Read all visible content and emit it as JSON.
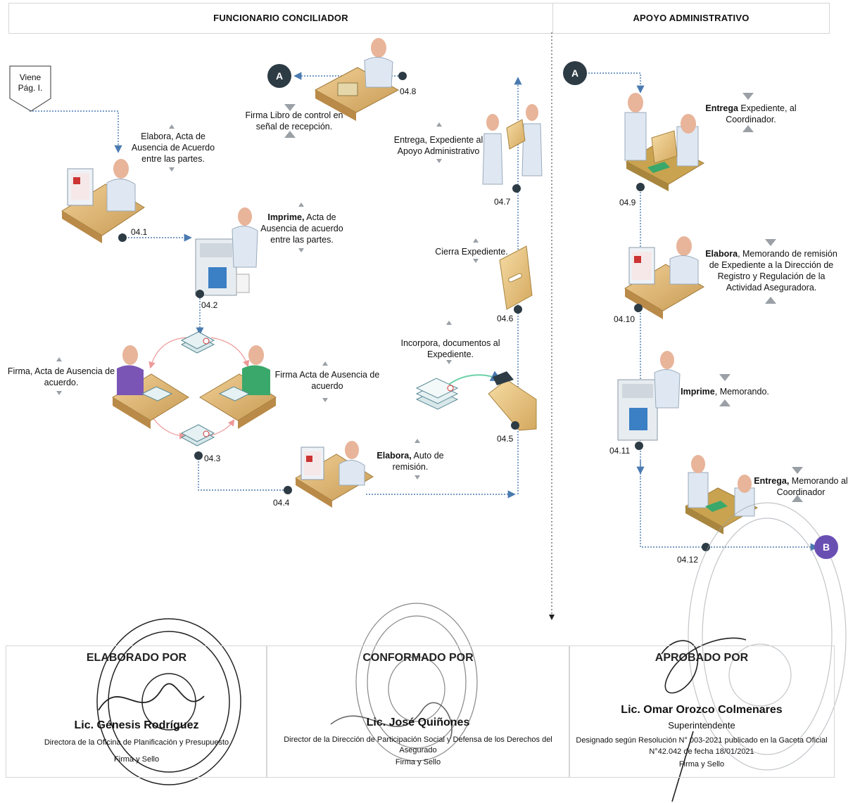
{
  "lanes": {
    "left": "FUNCIONARIO CONCILIADOR",
    "right": "APOYO ADMINISTRATIVO"
  },
  "start": {
    "text_line1": "Viene",
    "text_line2": "Pág. I."
  },
  "connectors": {
    "a_left": "A",
    "a_right": "A",
    "b_right": "B"
  },
  "steps": {
    "s041": {
      "num": "04.1",
      "label_line1": "Elabora, Acta de",
      "label_line2": "Ausencia de Acuerdo",
      "label_line3": "entre las partes."
    },
    "s042": {
      "num": "04.2",
      "label_bold": "Imprime,",
      "label_rest": " Acta de",
      "label_line2": "Ausencia de acuerdo",
      "label_line3": "entre las partes."
    },
    "s043a": {
      "label_line1": "Firma, Acta de Ausencia de",
      "label_line2": "acuerdo."
    },
    "s043b": {
      "label_line1": "Firma Acta de Ausencia de",
      "label_line2": "acuerdo"
    },
    "s043": {
      "num": "04.3"
    },
    "s044": {
      "num": "04.4",
      "label_bold": "Elabora,",
      "label_rest": " Auto de",
      "label_line2": "remisión."
    },
    "s045": {
      "num": "04.5",
      "label_line1": "Incorpora, documentos al",
      "label_line2": "Expediente."
    },
    "s046": {
      "num": "04.6",
      "label_line1": "Cierra Expediente."
    },
    "s047": {
      "num": "04.7",
      "label_line1": "Entrega, Expediente al",
      "label_line2": "Apoyo Administrativo"
    },
    "s048": {
      "num": "04.8",
      "label_line1": "Firma Libro de control en",
      "label_line2": "señal de recepción."
    },
    "s049": {
      "num": "04.9",
      "label_bold": "Entrega",
      "label_rest": " Expediente, al",
      "label_line2": "Coordinador."
    },
    "s0410": {
      "num": "04.10",
      "label_bold": "Elabora",
      "label_rest": ", Memorando de remisión",
      "label_line2": "de Expediente a la Dirección de",
      "label_line3": "Registro y Regulación de la",
      "label_line4": "Actividad Aseguradora."
    },
    "s0411": {
      "num": "04.11",
      "label_bold": "Imprime",
      "label_rest": ", Memorando."
    },
    "s0412": {
      "num": "04.12",
      "label_bold": "Entrega,",
      "label_rest": " Memorando al",
      "label_line2": "Coordinador"
    }
  },
  "signatures": {
    "elaborado": {
      "head": "ELABORADO POR",
      "name": "Lic. Génesis Rodríguez",
      "role": "Directora de la Oficina de Planificación y Presupuesto",
      "firma": "Firma y Sello"
    },
    "conformado": {
      "head": "CONFORMADO POR",
      "name": "Lic. José Quiñones",
      "role_line1": "Director de la Dirección de Participación Social y Defensa de los Derechos del",
      "role_line2": "Asegurado",
      "firma": "Firma y Sello"
    },
    "aprobado": {
      "head": "APROBADO POR",
      "name": "Lic. Omar Orozco Colmenares",
      "role": "Superintendente",
      "line1": "Designado según Resolución N° 003-2021 publicado en la Gaceta Oficial",
      "line2": "N°42.042 de fecha 18/01/2021",
      "firma": "Firma y Sello"
    }
  },
  "colors": {
    "flow_line": "#4a7ab0",
    "dark_node": "#2d3b45",
    "connector_b": "#6a4fb3",
    "desk": "#d9b16f",
    "person_skin": "#e8b49a",
    "shirt": "#dfe8f2",
    "folder": "#e5c27f",
    "stamp": "#333333"
  }
}
